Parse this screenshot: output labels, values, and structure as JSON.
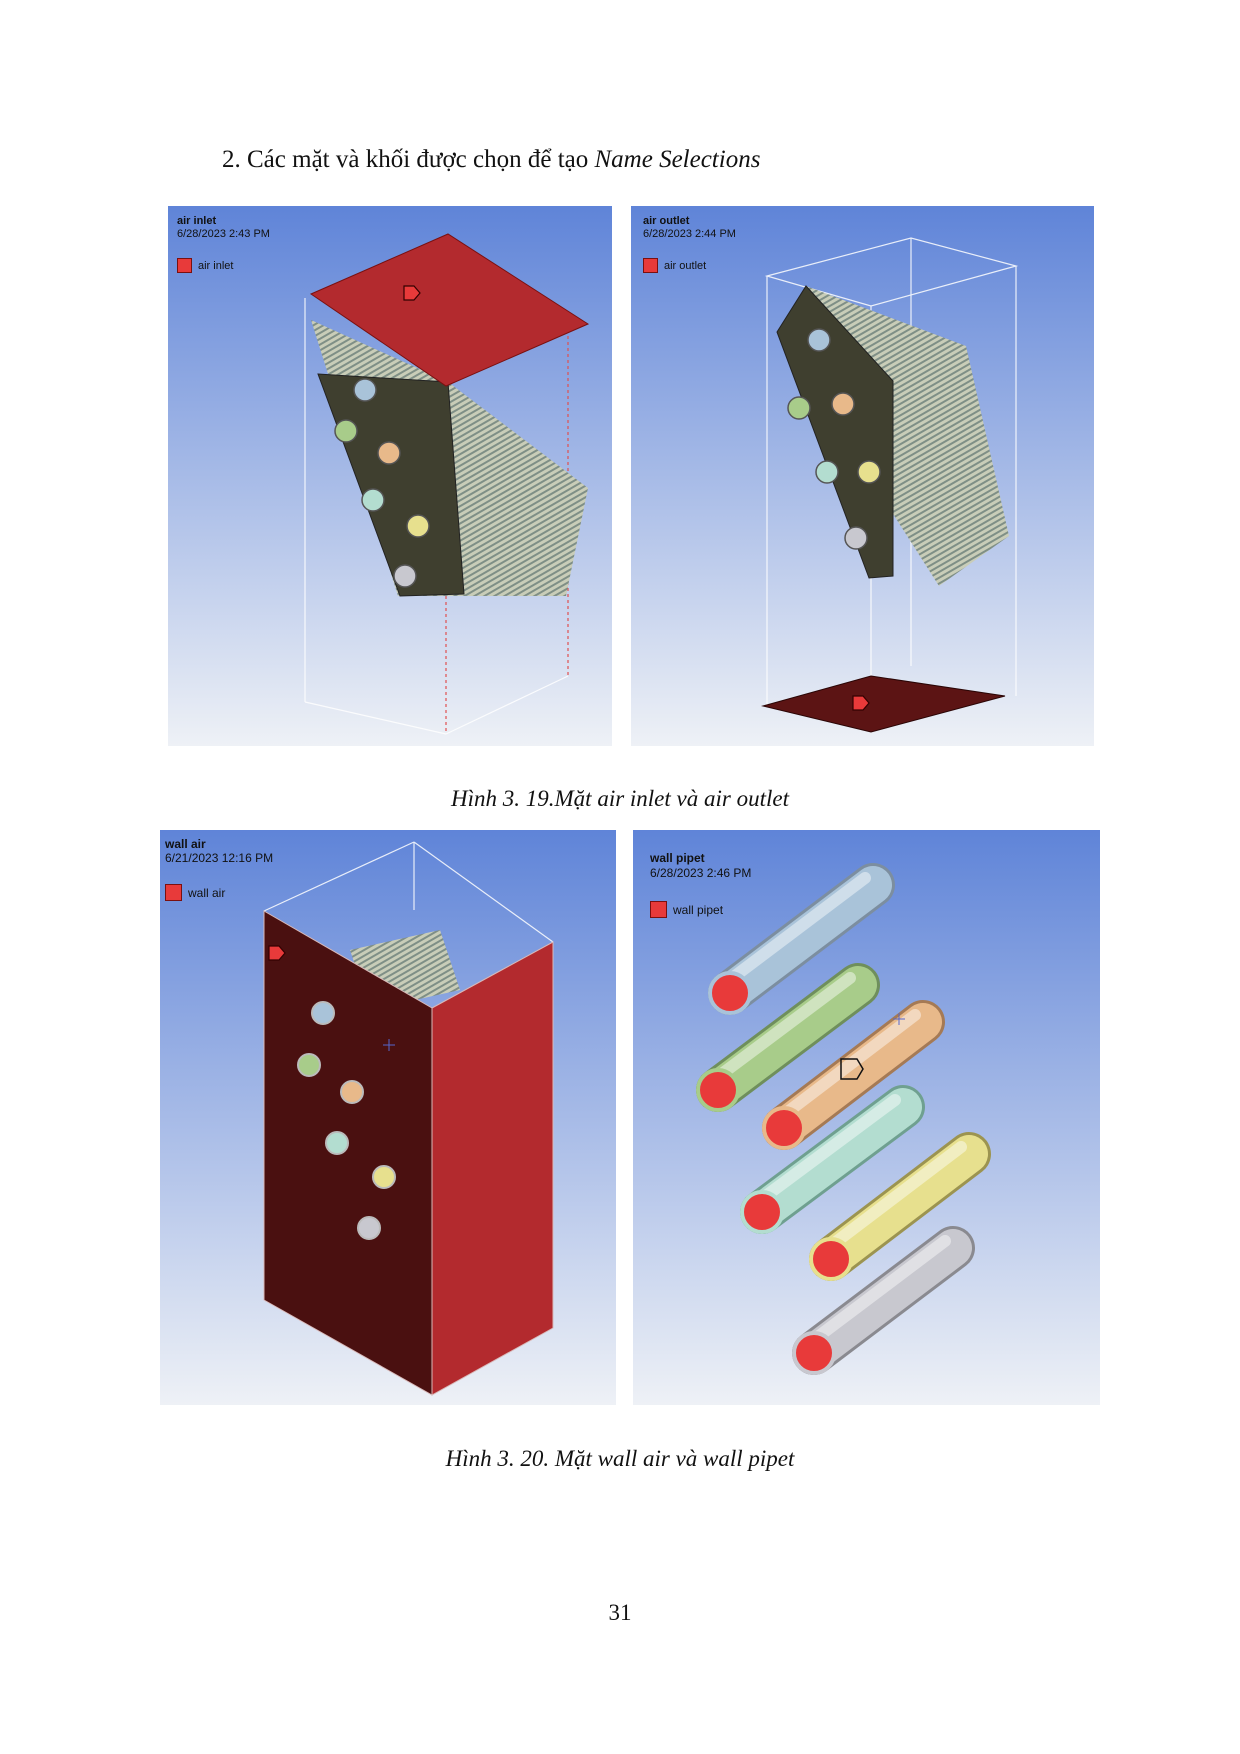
{
  "heading": {
    "prefix": "2. Các mặt và khối được chọn để tạo ",
    "emph": "Name Selections"
  },
  "figures": [
    {
      "panels": [
        {
          "title": "air inlet",
          "timestamp": "6/28/2023 2:43 PM",
          "legend": "air inlet"
        },
        {
          "title": "air outlet",
          "timestamp": "6/28/2023 2:44 PM",
          "legend": "air outlet"
        }
      ],
      "caption": "Hình 3. 19.Mặt air inlet và air outlet"
    },
    {
      "panels": [
        {
          "title": "wall air",
          "timestamp": "6/21/2023 12:16 PM",
          "legend": "wall air"
        },
        {
          "title": "wall pipet",
          "timestamp": "6/28/2023 2:46 PM",
          "legend": "wall pipet"
        }
      ],
      "caption": "Hình 3. 20. Mặt wall air và wall pipet"
    }
  ],
  "colors": {
    "selection_red": "#e83a3a",
    "viewport_top": "#5f84d8",
    "viewport_bottom": "#eef1f6",
    "pipe_colors": [
      "#a9c3d9",
      "#a8cc8a",
      "#e8b98a",
      "#b3ddd0",
      "#e7e08e",
      "#c8c8cf"
    ]
  },
  "page_number": "31"
}
